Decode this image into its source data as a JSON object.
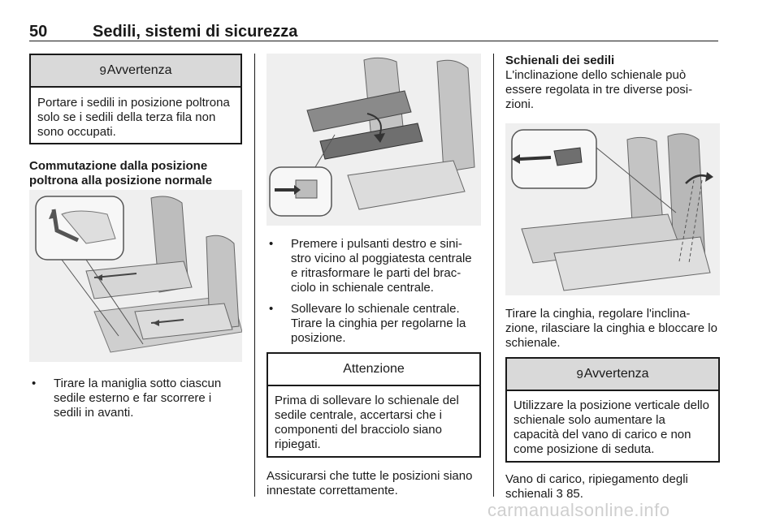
{
  "header": {
    "page_number": "50",
    "title": "Sedili, sistemi di sicurezza"
  },
  "col1": {
    "warning": {
      "symbol": "9",
      "title": "Avvertenza",
      "body": "Portare i sedili in posizione poltrona solo se i sedili della terza fila non sono occupati."
    },
    "heading": "Commutazione dalla posizione poltrona alla posizione normale",
    "bullet": "Tirare la maniglia sotto ciascun sedile esterno e far scorrere i sedili in avanti."
  },
  "col2": {
    "bullets": [
      "Premere i pulsanti destro e sini-stro vicino al poggiatesta centrale e ritrasformare le parti del brac-ciolo in schienale centrale.",
      "Sollevare lo schienale centrale. Tirare la cinghia per regolarne la posizione."
    ],
    "attention": {
      "title": "Attenzione",
      "body": "Prima di sollevare lo schienale del sedile centrale, accertarsi che i componenti del bracciolo siano ripiegati."
    },
    "para": "Assicurarsi che tutte le posizioni siano innestate correttamente."
  },
  "col3": {
    "heading": "Schienali dei sedili",
    "intro": "L'inclinazione dello schienale può essere regolata in tre diverse posi-zioni.",
    "para": "Tirare la cinghia, regolare l'inclina-zione, rilasciare la cinghia e bloccare lo schienale.",
    "warning": {
      "symbol": "9",
      "title": "Avvertenza",
      "body": "Utilizzare la posizione verticale dello schienale solo aumentare la capacità del vano di carico e non come posizione di seduta."
    },
    "ref_text": "Vano di carico, ripiegamento degli schienali",
    "ref_symbol": "3",
    "ref_page": "85."
  },
  "footer": {
    "watermark": "carmanualsonline.info"
  }
}
